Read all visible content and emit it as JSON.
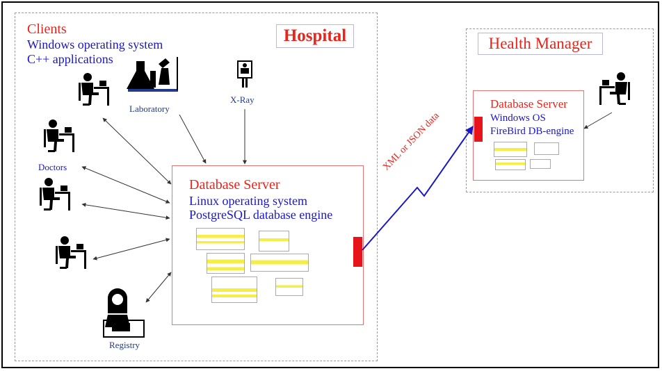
{
  "hospital": {
    "title": "Hospital",
    "clients_heading": "Clients",
    "clients_os": "Windows operating system",
    "clients_apps": "C++ applications",
    "laboratory_label": "Laboratory",
    "xray_label": "X-Ray",
    "doctors_label": "Doctors",
    "registry_label": "Registry",
    "db_server": {
      "heading": "Database Server",
      "os": "Linux operating system",
      "engine": "PostgreSQL database engine"
    }
  },
  "health_manager": {
    "title": "Health Manager",
    "db_server": {
      "heading": "Database Server",
      "os": "Windows OS",
      "engine": "FireBird DB-engine"
    }
  },
  "link_label": "XML or JSON data",
  "colors": {
    "heading_red": "#e8241b",
    "text_blue": "#1a17c9",
    "port_red": "#e8141b",
    "link_blue": "#1a17c9"
  },
  "icons": [
    "person-at-computer-icon",
    "laboratory-icon",
    "xray-icon",
    "registry-operator-icon"
  ]
}
